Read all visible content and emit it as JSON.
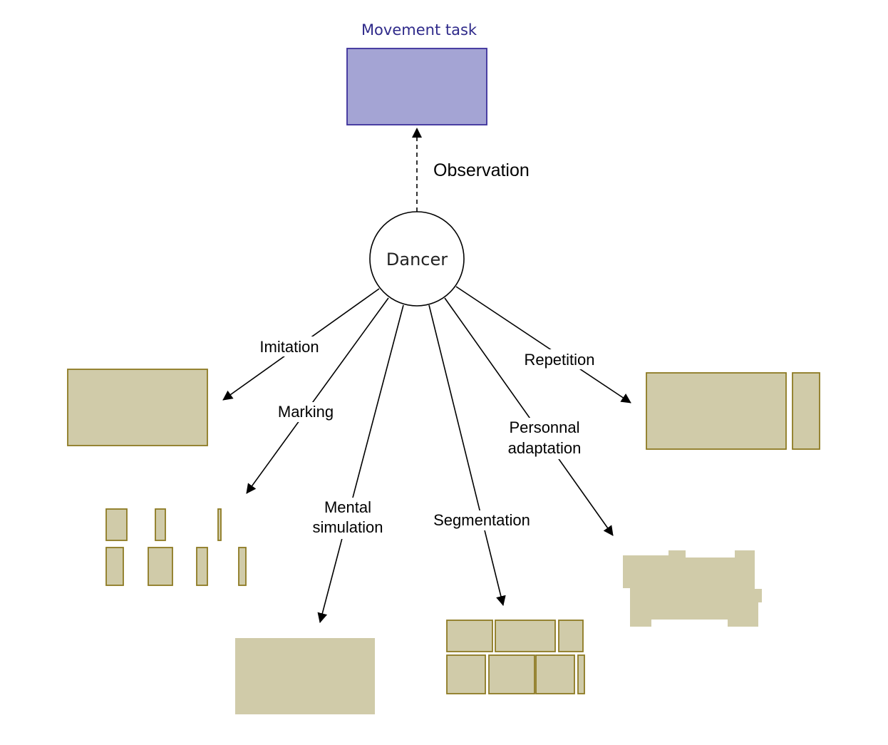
{
  "movement_task": {
    "title": "Movement task"
  },
  "dancer": {
    "label": "Dancer"
  },
  "edges": {
    "observation": "Observation",
    "imitation": "Imitation",
    "marking": "Marking",
    "mental_simulation": [
      "Mental",
      "simulation"
    ],
    "segmentation": "Segmentation",
    "personnal_adaptation": [
      "Personnal",
      "adaptation"
    ],
    "repetition": "Repetition"
  },
  "colors": {
    "task_fill": "#a4a4d4",
    "task_stroke": "#3b2f9a",
    "task_title": "#2f2a8a",
    "block_fill": "#d0cba9",
    "block_stroke": "#8d7a22"
  }
}
